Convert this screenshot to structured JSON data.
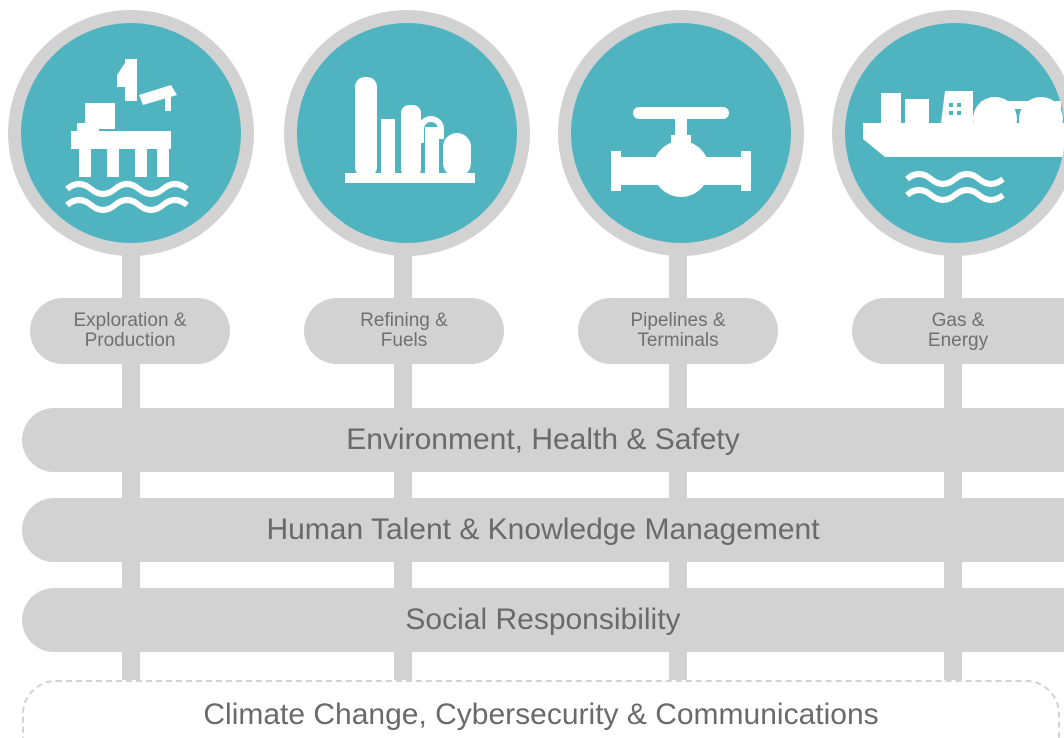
{
  "colors": {
    "accent": "#4fb4c0",
    "ring": "#d3d2d3",
    "text": "#6a6a6a"
  },
  "sectors": [
    {
      "icon": "offshore-platform-icon",
      "line1": "Exploration &",
      "line2": "Production"
    },
    {
      "icon": "refinery-icon",
      "line1": "Refining &",
      "line2": "Fuels"
    },
    {
      "icon": "pipeline-valve-icon",
      "line1": "Pipelines &",
      "line2": "Terminals"
    },
    {
      "icon": "lng-tanker-icon",
      "line1": "Gas &",
      "line2": "Energy"
    }
  ],
  "layers": [
    "Environment, Health & Safety",
    "Human Talent & Knowledge Management",
    "Social Responsibility"
  ],
  "emerging_layer": "Climate Change, Cybersecurity & Communications"
}
